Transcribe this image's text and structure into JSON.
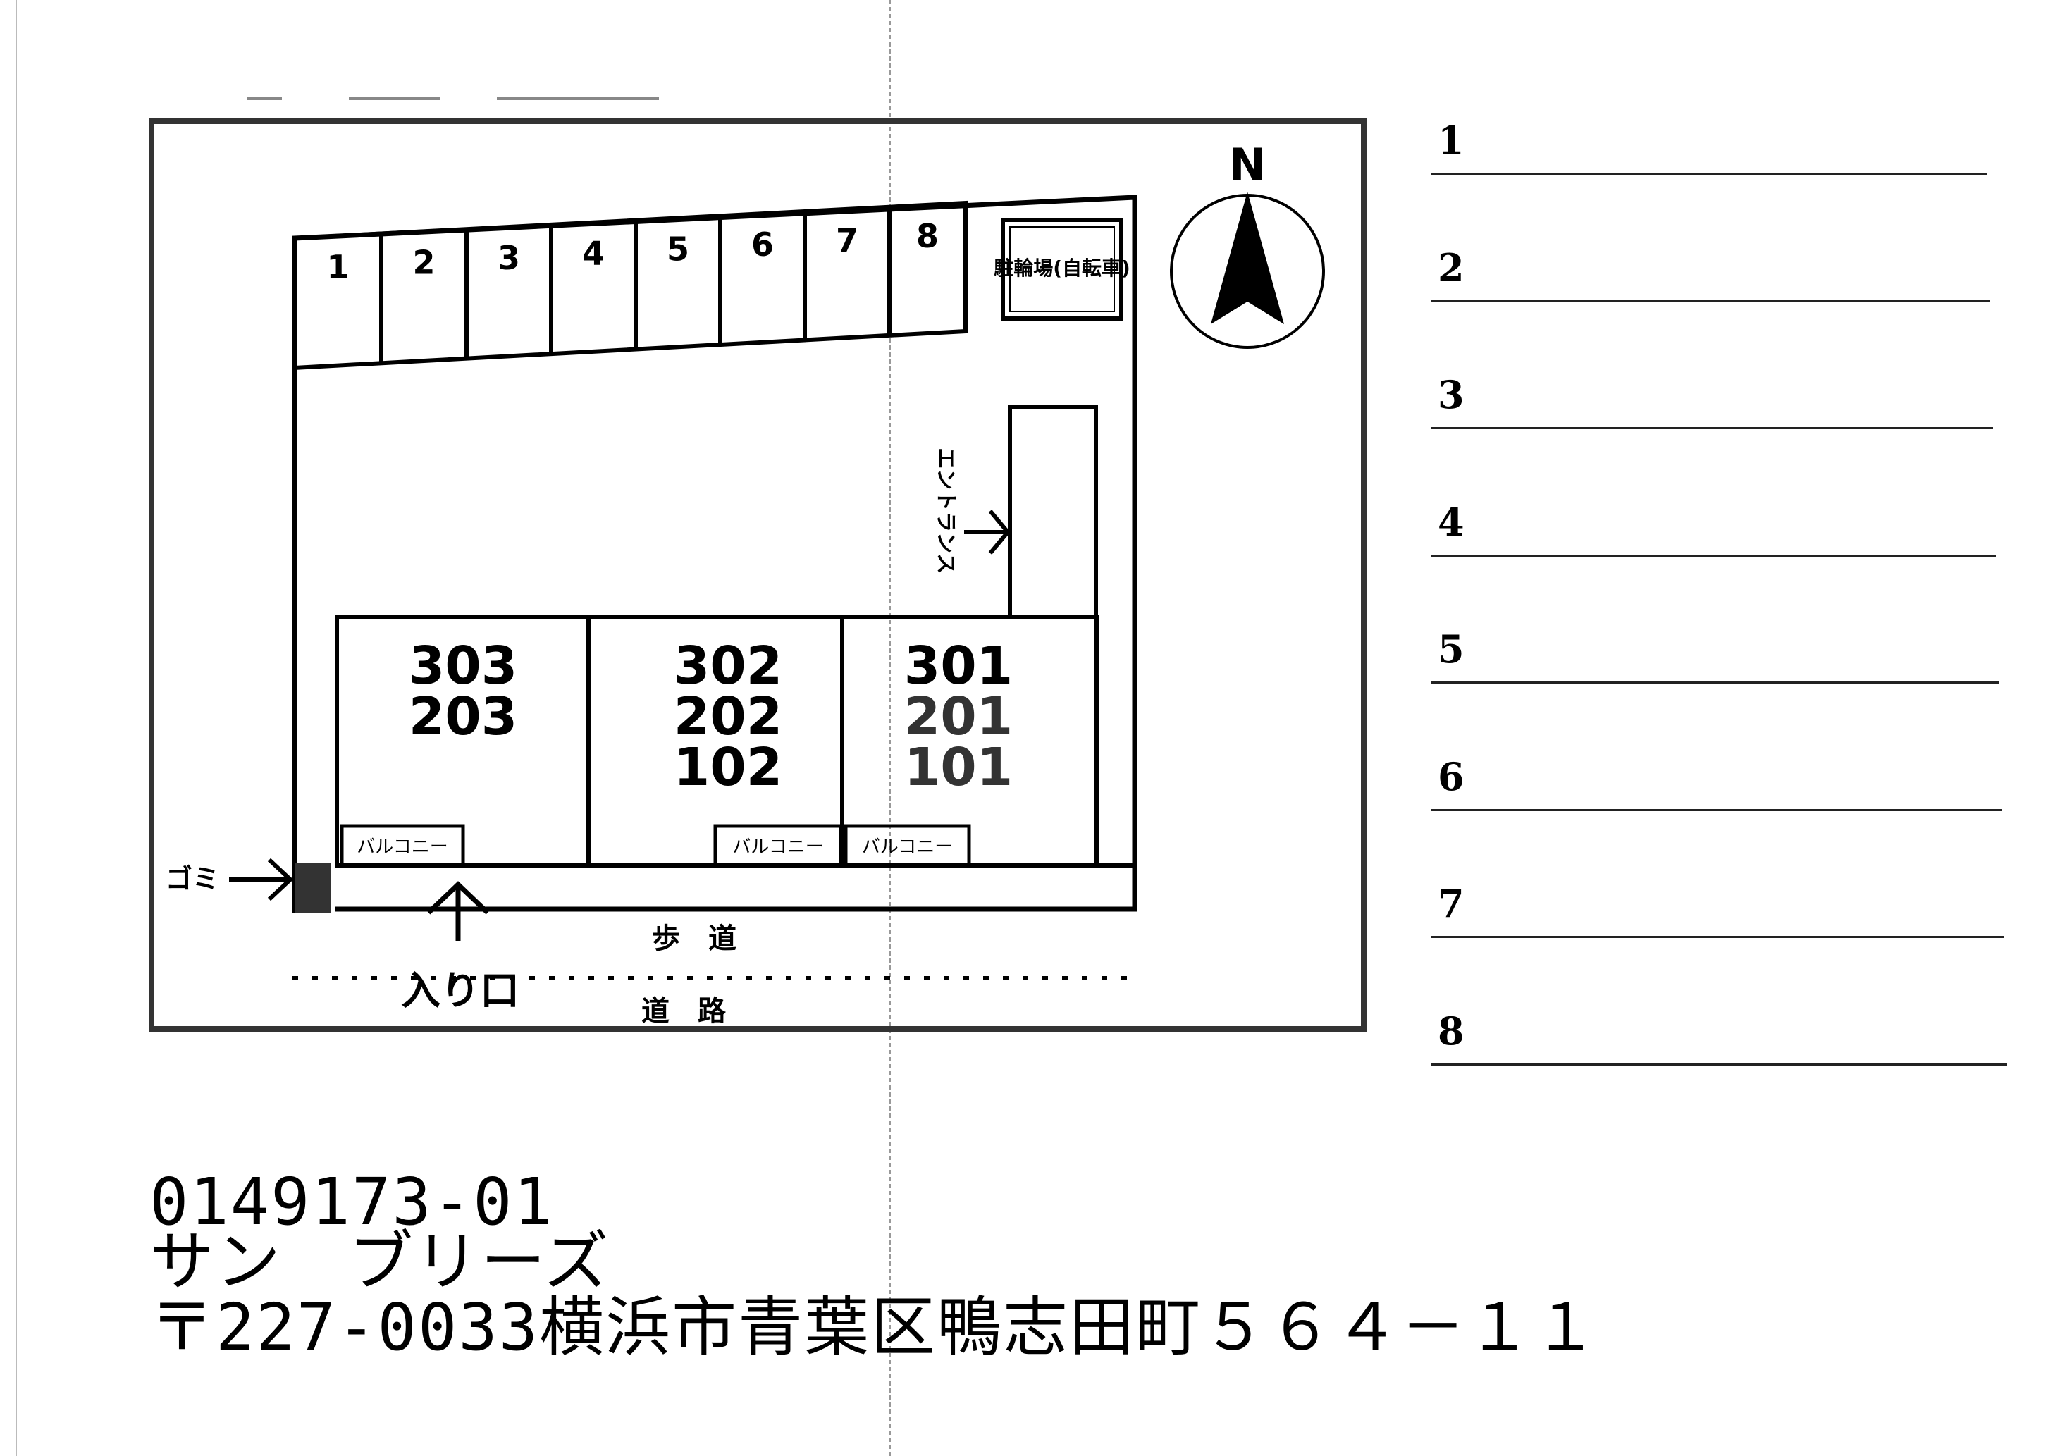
{
  "map": {
    "parking": [
      "1",
      "2",
      "3",
      "4",
      "5",
      "6",
      "7",
      "8"
    ],
    "bicycle_label": "駐輪場(自転車)",
    "north_label": "N",
    "entrance_label": "エントランス",
    "units": {
      "west": [
        "303",
        "203"
      ],
      "center": [
        "302",
        "202",
        "102"
      ],
      "east": [
        "301",
        "201",
        "101"
      ]
    },
    "balcony_label": "バルコニー",
    "garbage_label": "ゴミ",
    "sidewalk_label": "歩　道",
    "road_label": "道　路",
    "gate_label": "入り口"
  },
  "blanks": [
    "1",
    "2",
    "3",
    "4",
    "5",
    "6",
    "7",
    "8"
  ],
  "info": {
    "code": "0149173-01",
    "name": "サン　ブリーズ",
    "address": "〒227-0033横浜市青葉区鴨志田町５６４－１１"
  }
}
